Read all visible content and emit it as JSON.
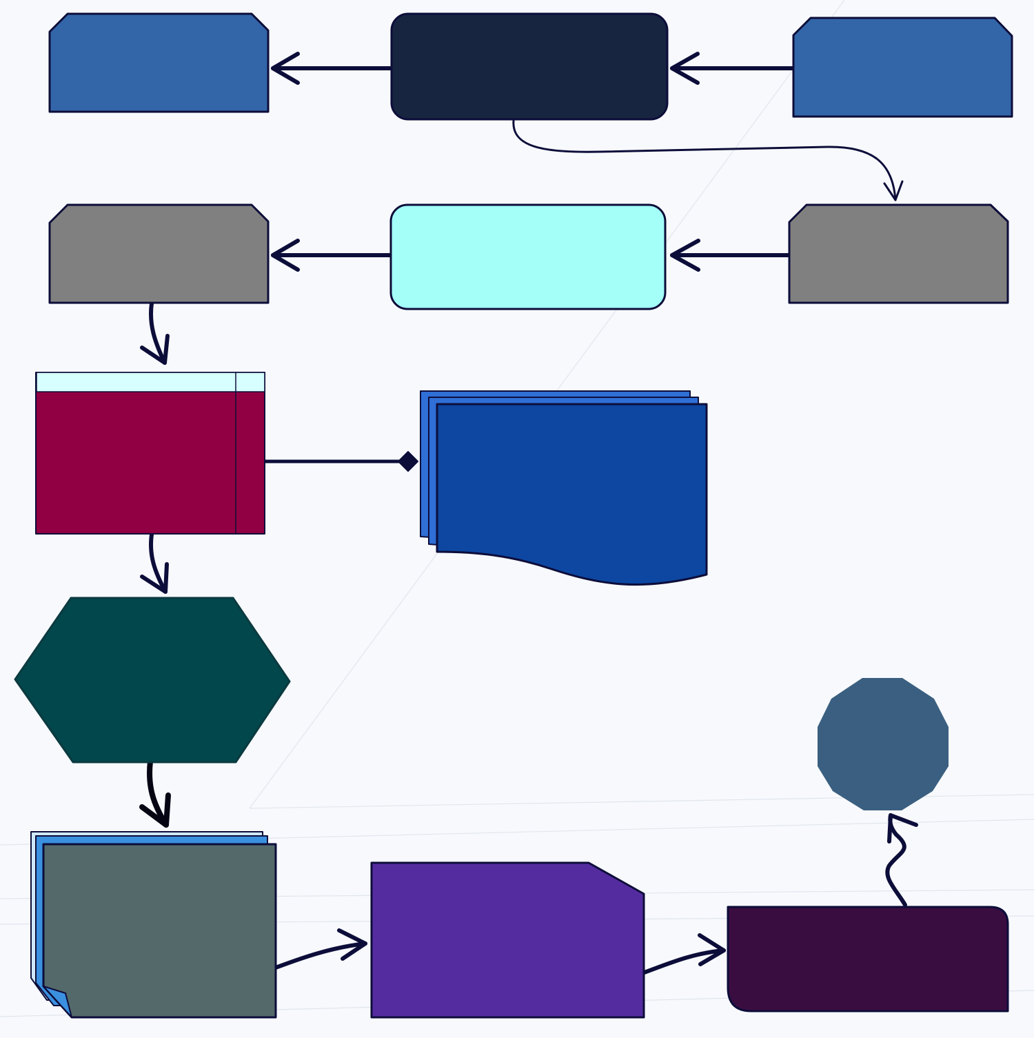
{
  "diagram": {
    "background": "#f7f9fc",
    "stroke_color": "#0d0d3a",
    "nodes": [
      {
        "id": "n1",
        "shape": "clipped-rect",
        "fill": "#3366a8",
        "label": ""
      },
      {
        "id": "n2",
        "shape": "rounded-rect",
        "fill": "#172541",
        "label": ""
      },
      {
        "id": "n3",
        "shape": "clipped-rect",
        "fill": "#3366a8",
        "label": ""
      },
      {
        "id": "n4",
        "shape": "clipped-rect",
        "fill": "#808080",
        "label": ""
      },
      {
        "id": "n5",
        "shape": "rounded-rect",
        "fill": "#a3fff8",
        "label": ""
      },
      {
        "id": "n6",
        "shape": "clipped-rect",
        "fill": "#808080",
        "label": ""
      },
      {
        "id": "n7",
        "shape": "window",
        "fill": "#910042",
        "header_fill": "#d7ffff",
        "label": ""
      },
      {
        "id": "n8",
        "shape": "stacked-documents",
        "fill": "#0d47a1",
        "layer_fill": "#2f6fd6",
        "label": ""
      },
      {
        "id": "n9",
        "shape": "hexagon",
        "fill": "#02474b",
        "label": ""
      },
      {
        "id": "n10",
        "shape": "stacked-pages",
        "fill": "#54696a",
        "layer_fill": "#3b90e0",
        "label": ""
      },
      {
        "id": "n11",
        "shape": "cut-corner-card",
        "fill": "#552ca0",
        "label": ""
      },
      {
        "id": "n12",
        "shape": "rounded-bottom-left",
        "fill": "#3a0d40",
        "label": ""
      },
      {
        "id": "n13",
        "shape": "decagon",
        "fill": "#3a5f80",
        "label": ""
      }
    ],
    "edges": [
      {
        "from": "n2",
        "to": "n1",
        "marker": "open-arrow"
      },
      {
        "from": "n3",
        "to": "n2",
        "marker": "open-arrow"
      },
      {
        "from": "n2",
        "to": "n6",
        "marker": "thin-arrow"
      },
      {
        "from": "n5",
        "to": "n4",
        "marker": "open-arrow"
      },
      {
        "from": "n6",
        "to": "n5",
        "marker": "open-arrow"
      },
      {
        "from": "n4",
        "to": "n7",
        "marker": "open-arrow"
      },
      {
        "from": "n7",
        "to": "n8",
        "marker": "diamond"
      },
      {
        "from": "n7",
        "to": "n9",
        "marker": "open-arrow"
      },
      {
        "from": "n9",
        "to": "n10",
        "marker": "open-arrow"
      },
      {
        "from": "n10",
        "to": "n11",
        "marker": "open-arrow"
      },
      {
        "from": "n11",
        "to": "n12",
        "marker": "open-arrow"
      },
      {
        "from": "n12",
        "to": "n13",
        "marker": "open-arrow"
      }
    ]
  }
}
